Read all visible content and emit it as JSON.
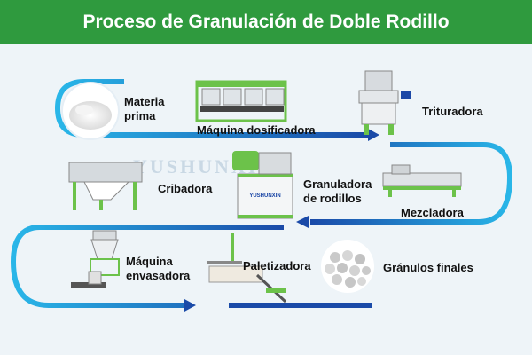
{
  "title": "Proceso de Granulación de Doble Rodillo",
  "colors": {
    "header": "#2f9a3e",
    "flow_light": "#1fa2dc",
    "flow_dark": "#1b47a6",
    "machine_green": "#6cc24a"
  },
  "steps": {
    "materia": "Materia prima",
    "dosificadora": "Máquina dosificadora",
    "trituradora": "Trituradora",
    "cribadora": "Cribadora",
    "granuladora": "Granuladora de rodillos",
    "mezcladora": "Mezcladora",
    "envasadora": "Máquina envasadora",
    "paletizadora": "Paletizadora",
    "granulos": "Gránulos finales"
  },
  "brand": "YUSHUNXIN",
  "watermark": "YUSHUNXIN"
}
